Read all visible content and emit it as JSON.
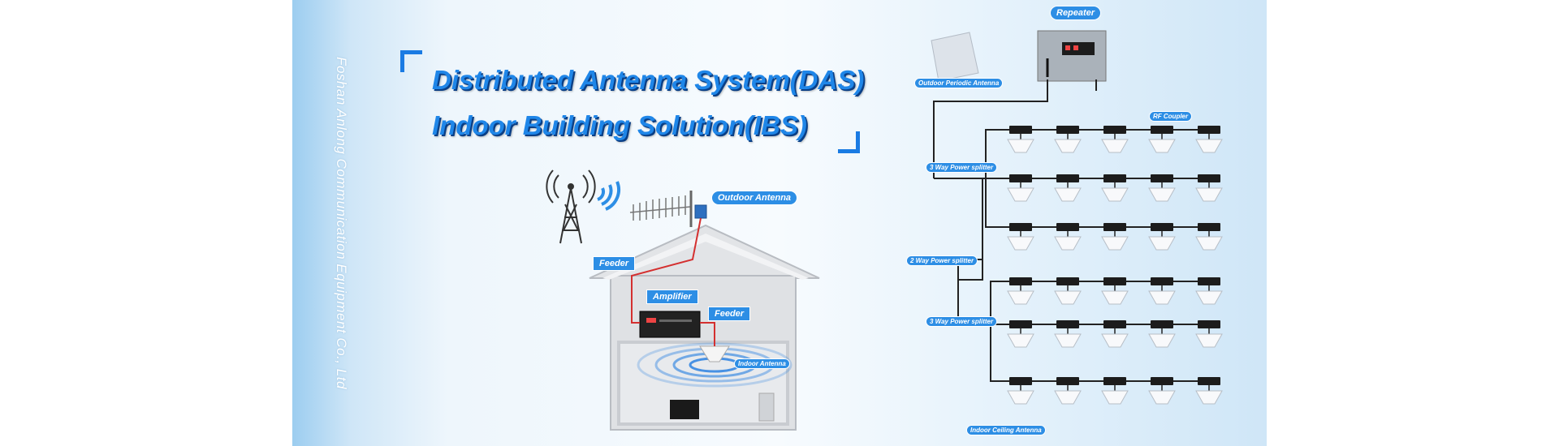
{
  "company_vertical": "Foshan Anlong Communication Equipment Co., Ltd",
  "headline_1": "Distributed Antenna System(DAS)",
  "headline_2": "Indoor Building Solution(IBS)",
  "labels": {
    "outdoor_antenna": "Outdoor Antenna",
    "feeder_top": "Feeder",
    "amplifier": "Amplifier",
    "feeder_mid": "Feeder",
    "indoor_antenna": "Indoor Antenna",
    "repeater": "Repeater",
    "outdoor_periodic_antenna": "Outdoor Periodic Antenna",
    "rf_coupler": "RF Coupler",
    "three_way_1": "3 Way Power splitter",
    "two_way": "2 Way Power splitter",
    "three_way_2": "3 Way Power splitter",
    "indoor_ceiling_antenna": "Indoor Ceiling Antenna"
  },
  "colors": {
    "accent": "#2d8ee5",
    "headline": "#1f86e8",
    "feeder_cable": "#d43030"
  }
}
